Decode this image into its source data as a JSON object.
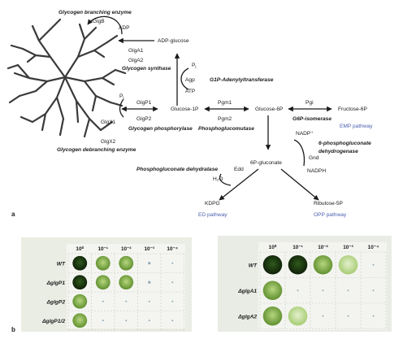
{
  "panel_a": {
    "label": "a",
    "nodes": {
      "adp_glucose": "ADP-glucose",
      "glucose_1p": "Glucose-1P",
      "glucose_6p": "Glucose-6P",
      "fructose_6p": "Fructose-6P",
      "gluconate_6p": "6P-gluconate",
      "kdpg": "KDPG",
      "ribulose_5p": "Ribulose-5P",
      "adp": "ADP",
      "atp": "ATP",
      "pi_top": "P",
      "pi_top_sub": "i",
      "pi_left": "P",
      "pi_left_sub": "i",
      "agp": "Agp",
      "h2o": "H₂O",
      "nadp_plus": "NADP⁺",
      "nadph": "NADPH"
    },
    "genes": {
      "glgb": "GlgB",
      "glga1": "GlgA1",
      "glga2": "GlgA2",
      "glgp1": "GlgP1",
      "glgp2": "GlgP2",
      "glgx1": "GlgX1",
      "glgx2": "GlgX2",
      "pgm1": "Pgm1",
      "pgm2": "Pgm2",
      "pgi": "Pgi",
      "edd": "Edd",
      "gnd": "Gnd"
    },
    "enzymes": {
      "branching": "Glycogen branching enzyme",
      "synthase": "Glycogen synthase",
      "phosphorylase": "Glycogen phosphorylase",
      "debranching": "Glycogen debranching enzyme",
      "g1p_adenylyl": "G1P-Adenylyltransferase",
      "phosphoglucomutase": "Phosphoglucomutase",
      "g6p_isomerase": "G6P-isomerase",
      "pg_dehydratase": "Phosphogluconate dehydratase",
      "pg_dehydrogenase_1": "6-phosphogluconate",
      "pg_dehydrogenase_2": "dehydrogenase"
    },
    "pathways": {
      "emp": "EMP pathway",
      "ed": "ED pathway",
      "opp": "OPP pathway"
    }
  },
  "panel_b": {
    "label": "b",
    "dilutions": [
      "10⁰",
      "10⁻¹",
      "10⁻²",
      "10⁻³",
      "10⁻⁴"
    ],
    "left_plate": {
      "rows": [
        "WT",
        "ΔglgP1",
        "ΔglgP2",
        "ΔglgP1/2"
      ],
      "growth": [
        [
          1.0,
          0.8,
          0.55,
          0.15,
          0.05
        ],
        [
          1.0,
          0.8,
          0.55,
          0.15,
          0.05
        ],
        [
          0.6,
          0.1,
          0.05,
          0.05,
          0.05
        ],
        [
          0.6,
          0.1,
          0.05,
          0.05,
          0.05
        ]
      ]
    },
    "right_plate": {
      "rows": [
        "WT",
        "ΔglgA1",
        "ΔglgA2"
      ],
      "growth": [
        [
          1.0,
          0.95,
          0.6,
          0.3,
          0.1
        ],
        [
          0.85,
          0.1,
          0.05,
          0.05,
          0.05
        ],
        [
          0.9,
          0.35,
          0.05,
          0.05,
          0.05
        ]
      ]
    }
  },
  "colors": {
    "pathway_label": "#4a5fae",
    "spot_dark": "#1d3512",
    "spot_light": "#b9d887",
    "plate_bg": "#eef0ea"
  }
}
